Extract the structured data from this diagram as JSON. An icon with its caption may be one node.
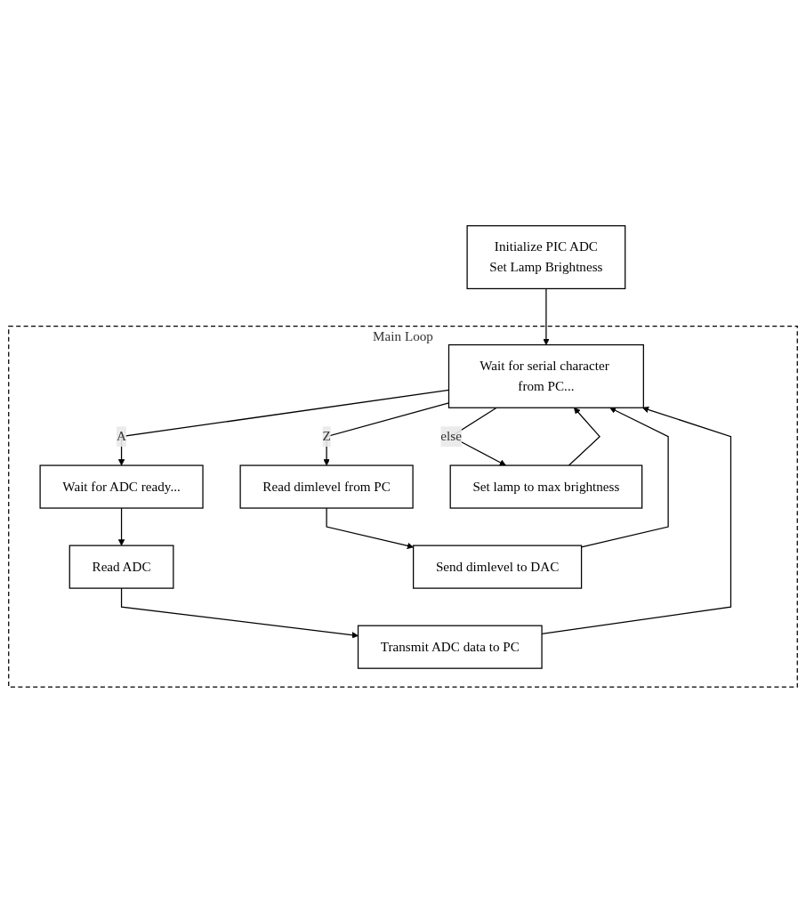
{
  "diagram": {
    "nodes": [
      {
        "text": [
          "Initialize PIC ADC",
          "Set Lamp Brightness"
        ]
      },
      {
        "text": [
          "Main Loop"
        ]
      },
      {
        "text": [
          "Wait for serial character from PC..."
        ],
        "in": 1
      },
      {
        "text": [
          "Wait for ADC ready..."
        ],
        "in": 1
      },
      {
        "text": [
          "Read dimlevel from PC"
        ],
        "in": 1
      },
      {
        "text": [
          "Set lamp to max brightness"
        ],
        "in": 1
      },
      {
        "text": [
          "Read ADC"
        ],
        "in": 1
      },
      {
        "text": [
          "Send dimlevel to DAC"
        ],
        "in": 1
      },
      {
        "text": [
          "Transmit ADC data to PC"
        ],
        "in": 1
      }
    ],
    "edges": [
      {
        "from": 0,
        "to": 2,
        "arrow": "to"
      },
      {
        "from": 2,
        "to": 3,
        "label": "A",
        "arrow": "to"
      },
      {
        "from": 2,
        "to": 4,
        "label": "Z",
        "arrow": "to"
      },
      {
        "from": 2,
        "to": 5,
        "label": "else",
        "arrow": "to"
      },
      {
        "from": 3,
        "to": 6,
        "arrow": "to"
      },
      {
        "from": 6,
        "to": 8,
        "arrow": "to"
      },
      {
        "from": 4,
        "to": 7,
        "arrow": "to"
      },
      {
        "from": 8,
        "to": 2,
        "arrow": "to"
      },
      {
        "from": 7,
        "to": 2,
        "arrow": "to"
      },
      {
        "from": 5,
        "to": 2,
        "arrow": "to"
      }
    ]
  }
}
